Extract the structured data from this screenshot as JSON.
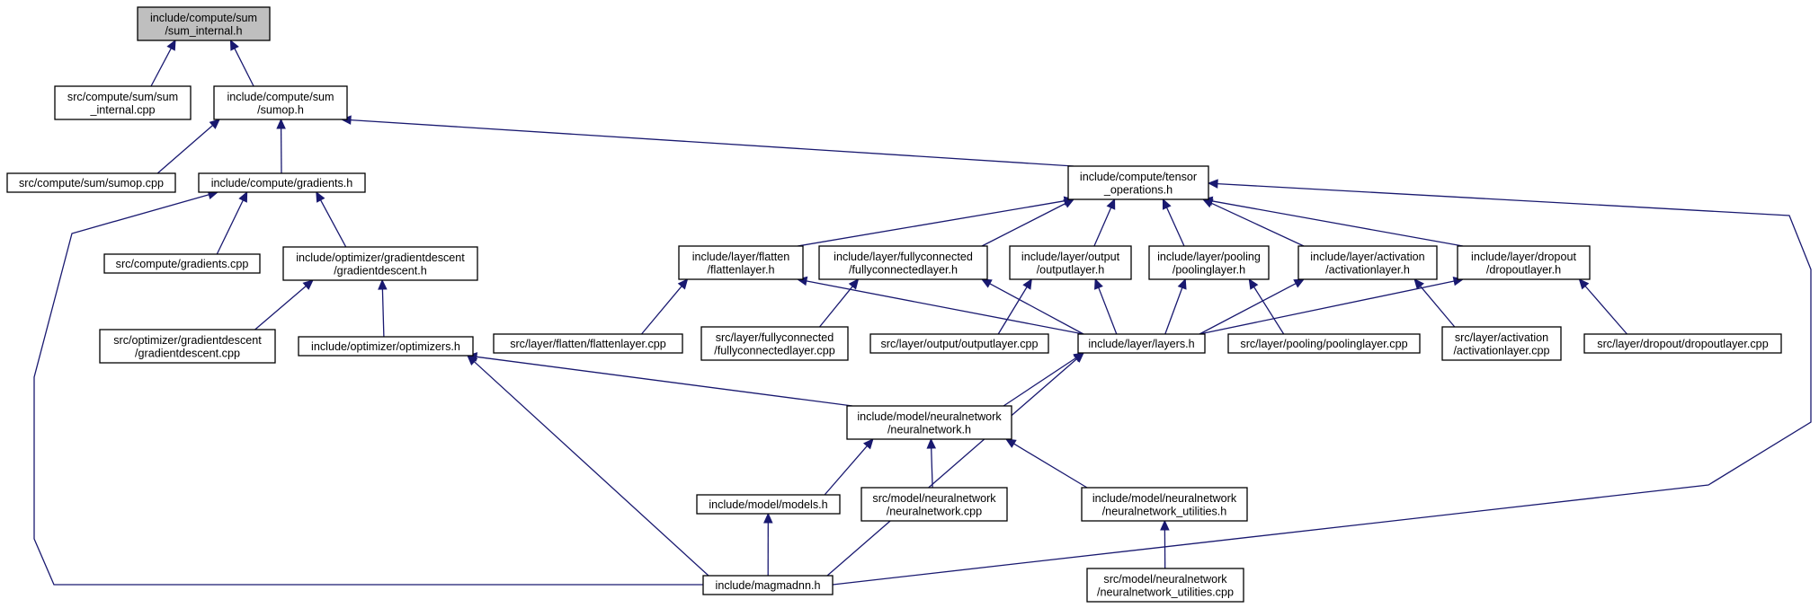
{
  "graph": {
    "colors": {
      "edge": "#191970",
      "node_fill": "#ffffff",
      "root_fill": "#bfbfbf",
      "node_border": "#000000"
    },
    "nodes": [
      {
        "id": "sum_internal_h",
        "lines": [
          "include/compute/sum",
          "/sum_internal.h"
        ],
        "root": true
      },
      {
        "id": "sum_internal_cpp",
        "lines": [
          "src/compute/sum/sum",
          "_internal.cpp"
        ]
      },
      {
        "id": "sumop_h",
        "lines": [
          "include/compute/sum",
          "/sumop.h"
        ]
      },
      {
        "id": "sumop_cpp",
        "lines": [
          "src/compute/sum/sumop.cpp"
        ]
      },
      {
        "id": "gradients_h",
        "lines": [
          "include/compute/gradients.h"
        ]
      },
      {
        "id": "gradients_cpp",
        "lines": [
          "src/compute/gradients.cpp"
        ]
      },
      {
        "id": "gradientdescent_h",
        "lines": [
          "include/optimizer/gradientdescent",
          "/gradientdescent.h"
        ]
      },
      {
        "id": "gradientdescent_cpp",
        "lines": [
          "src/optimizer/gradientdescent",
          "/gradientdescent.cpp"
        ]
      },
      {
        "id": "optimizers_h",
        "lines": [
          "include/optimizer/optimizers.h"
        ]
      },
      {
        "id": "tensor_operations_h",
        "lines": [
          "include/compute/tensor",
          "_operations.h"
        ]
      },
      {
        "id": "flattenlayer_h",
        "lines": [
          "include/layer/flatten",
          "/flattenlayer.h"
        ]
      },
      {
        "id": "fullyconnectedlayer_h",
        "lines": [
          "include/layer/fullyconnected",
          "/fullyconnectedlayer.h"
        ]
      },
      {
        "id": "outputlayer_h",
        "lines": [
          "include/layer/output",
          "/outputlayer.h"
        ]
      },
      {
        "id": "poolinglayer_h",
        "lines": [
          "include/layer/pooling",
          "/poolinglayer.h"
        ]
      },
      {
        "id": "activationlayer_h",
        "lines": [
          "include/layer/activation",
          "/activationlayer.h"
        ]
      },
      {
        "id": "dropoutlayer_h",
        "lines": [
          "include/layer/dropout",
          "/dropoutlayer.h"
        ]
      },
      {
        "id": "flattenlayer_cpp",
        "lines": [
          "src/layer/flatten/flattenlayer.cpp"
        ]
      },
      {
        "id": "fullyconnectedlayer_cpp",
        "lines": [
          "src/layer/fullyconnected",
          "/fullyconnectedlayer.cpp"
        ]
      },
      {
        "id": "outputlayer_cpp",
        "lines": [
          "src/layer/output/outputlayer.cpp"
        ]
      },
      {
        "id": "layers_h",
        "lines": [
          "include/layer/layers.h"
        ]
      },
      {
        "id": "poolinglayer_cpp",
        "lines": [
          "src/layer/pooling/poolinglayer.cpp"
        ]
      },
      {
        "id": "activationlayer_cpp",
        "lines": [
          "src/layer/activation",
          "/activationlayer.cpp"
        ]
      },
      {
        "id": "dropoutlayer_cpp",
        "lines": [
          "src/layer/dropout/dropoutlayer.cpp"
        ]
      },
      {
        "id": "neuralnetwork_h",
        "lines": [
          "include/model/neuralnetwork",
          "/neuralnetwork.h"
        ]
      },
      {
        "id": "models_h",
        "lines": [
          "include/model/models.h"
        ]
      },
      {
        "id": "neuralnetwork_cpp",
        "lines": [
          "src/model/neuralnetwork",
          "/neuralnetwork.cpp"
        ]
      },
      {
        "id": "neuralnetwork_utilities_h",
        "lines": [
          "include/model/neuralnetwork",
          "/neuralnetwork_utilities.h"
        ]
      },
      {
        "id": "neuralnetwork_utilities_cpp",
        "lines": [
          "src/model/neuralnetwork",
          "/neuralnetwork_utilities.cpp"
        ]
      },
      {
        "id": "magmadnn_h",
        "lines": [
          "include/magmadnn.h"
        ]
      }
    ],
    "edges": [
      {
        "from": "sum_internal_cpp",
        "to": "sum_internal_h"
      },
      {
        "from": "sumop_h",
        "to": "sum_internal_h"
      },
      {
        "from": "sumop_cpp",
        "to": "sumop_h"
      },
      {
        "from": "gradients_h",
        "to": "sumop_h"
      },
      {
        "from": "tensor_operations_h",
        "to": "sumop_h"
      },
      {
        "from": "gradients_cpp",
        "to": "gradients_h"
      },
      {
        "from": "gradientdescent_h",
        "to": "gradients_h"
      },
      {
        "from": "magmadnn_h",
        "to": "gradients_h"
      },
      {
        "from": "gradientdescent_cpp",
        "to": "gradientdescent_h"
      },
      {
        "from": "optimizers_h",
        "to": "gradientdescent_h"
      },
      {
        "from": "neuralnetwork_h",
        "to": "optimizers_h"
      },
      {
        "from": "magmadnn_h",
        "to": "optimizers_h"
      },
      {
        "from": "flattenlayer_h",
        "to": "tensor_operations_h"
      },
      {
        "from": "fullyconnectedlayer_h",
        "to": "tensor_operations_h"
      },
      {
        "from": "outputlayer_h",
        "to": "tensor_operations_h"
      },
      {
        "from": "poolinglayer_h",
        "to": "tensor_operations_h"
      },
      {
        "from": "activationlayer_h",
        "to": "tensor_operations_h"
      },
      {
        "from": "dropoutlayer_h",
        "to": "tensor_operations_h"
      },
      {
        "from": "magmadnn_h",
        "to": "tensor_operations_h"
      },
      {
        "from": "flattenlayer_cpp",
        "to": "flattenlayer_h"
      },
      {
        "from": "layers_h",
        "to": "flattenlayer_h"
      },
      {
        "from": "fullyconnectedlayer_cpp",
        "to": "fullyconnectedlayer_h"
      },
      {
        "from": "layers_h",
        "to": "fullyconnectedlayer_h"
      },
      {
        "from": "outputlayer_cpp",
        "to": "outputlayer_h"
      },
      {
        "from": "layers_h",
        "to": "outputlayer_h"
      },
      {
        "from": "layers_h",
        "to": "poolinglayer_h"
      },
      {
        "from": "poolinglayer_cpp",
        "to": "poolinglayer_h"
      },
      {
        "from": "layers_h",
        "to": "activationlayer_h"
      },
      {
        "from": "activationlayer_cpp",
        "to": "activationlayer_h"
      },
      {
        "from": "layers_h",
        "to": "dropoutlayer_h"
      },
      {
        "from": "dropoutlayer_cpp",
        "to": "dropoutlayer_h"
      },
      {
        "from": "neuralnetwork_h",
        "to": "layers_h"
      },
      {
        "from": "magmadnn_h",
        "to": "layers_h"
      },
      {
        "from": "models_h",
        "to": "neuralnetwork_h"
      },
      {
        "from": "neuralnetwork_cpp",
        "to": "neuralnetwork_h"
      },
      {
        "from": "neuralnetwork_utilities_h",
        "to": "neuralnetwork_h"
      },
      {
        "from": "magmadnn_h",
        "to": "models_h"
      },
      {
        "from": "neuralnetwork_utilities_cpp",
        "to": "neuralnetwork_utilities_h"
      }
    ]
  }
}
